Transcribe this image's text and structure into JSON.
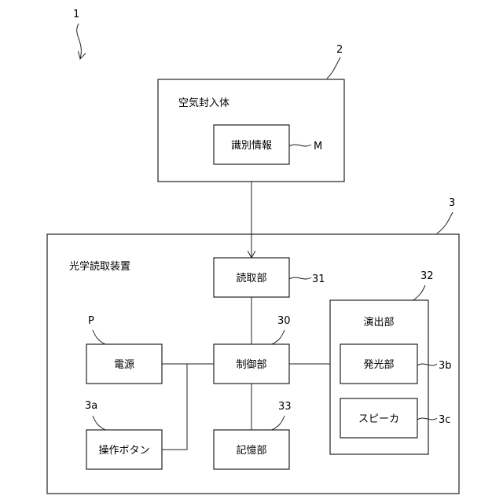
{
  "refs": {
    "system": "1",
    "air_body": "2",
    "reader_device": "3",
    "reading_unit": "31",
    "control_unit": "30",
    "effect_unit": "32",
    "power": "P",
    "button": "3a",
    "memory": "33",
    "identification": "M",
    "light_unit": "3b",
    "speaker": "3c"
  },
  "labels": {
    "air_body": "空気封入体",
    "identification": "識別情報",
    "reader_device": "光学読取装置",
    "reading_unit": "読取部",
    "effect_unit": "演出部",
    "power": "電源",
    "control_unit": "制御部",
    "light_unit": "発光部",
    "button": "操作ボタン",
    "memory": "記憶部",
    "speaker": "スピーカ"
  }
}
